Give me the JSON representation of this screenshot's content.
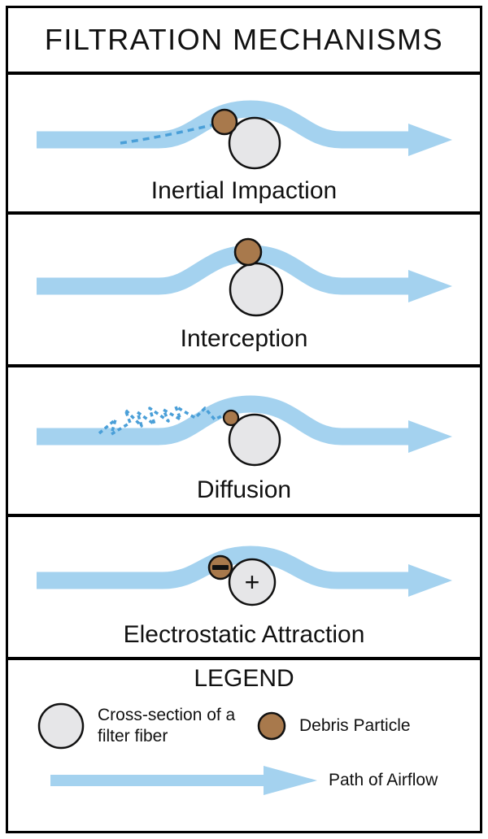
{
  "title": "FILTRATION MECHANISMS",
  "panels": [
    {
      "id": "inertial-impaction",
      "label": "Inertial Impaction"
    },
    {
      "id": "interception",
      "label": "Interception"
    },
    {
      "id": "diffusion",
      "label": "Diffusion"
    },
    {
      "id": "electrostatic-attraction",
      "label": "Electrostatic Attraction"
    }
  ],
  "symbols": {
    "plus": "+",
    "minus": "−"
  },
  "legend": {
    "title": "LEGEND",
    "fiber_label": "Cross-section of a filter fiber",
    "debris_label": "Debris Particle",
    "airflow_label": "Path of Airflow"
  },
  "colors": {
    "airflow": "#a4d2ef",
    "airflow_dashed": "#4a9fd8",
    "fiber": "#e6e6e8",
    "debris": "#a8794c",
    "outline": "#111111"
  }
}
